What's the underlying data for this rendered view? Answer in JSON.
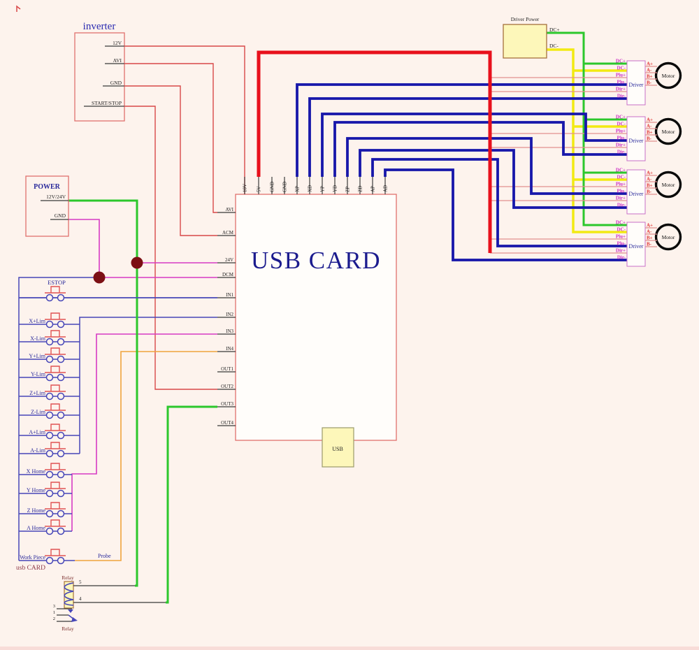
{
  "page": {
    "background": "#fdf3ed"
  },
  "inverter": {
    "title": "inverter",
    "pins": [
      "12V",
      "AVI",
      "GND",
      "START/STOP"
    ]
  },
  "power": {
    "title": "POWER",
    "pins": [
      "12V/24V",
      "GND"
    ]
  },
  "driver_power": {
    "title": "Driver Power",
    "pins": [
      "DC+",
      "DC-"
    ]
  },
  "usb_card": {
    "title": "USB CARD",
    "left_pins": [
      "AVI",
      "ACM",
      "24V",
      "DCM",
      "IN1",
      "IN2",
      "IN3",
      "IN4",
      "OUT1",
      "OUT2",
      "OUT3",
      "OUT4"
    ],
    "top_pins": [
      "10V",
      "5V",
      "GND",
      "GND",
      "XP",
      "XD",
      "YP",
      "YD",
      "ZP",
      "ZD",
      "AP",
      "AD"
    ],
    "usb_connector_label": "USB",
    "corner_note": "usb CARD"
  },
  "switches": [
    "ESTOP",
    "X+Lim",
    "X-Lim",
    "Y+Lim",
    "Y-Lim",
    "Z+Lim",
    "Z-Lim",
    "A+Lim",
    "A-Lim",
    "X Home",
    "Y Home",
    "Z Home",
    "A Home",
    "Work Piece"
  ],
  "probe_label": "Probe",
  "relay": {
    "title": "Relay",
    "title_bottom": "Relay",
    "coil_pin_labels": [
      "5",
      "4"
    ],
    "contact_pin_labels": [
      "3",
      "1",
      "2"
    ]
  },
  "driver": {
    "label": "Driver",
    "count": 4,
    "input_pins": [
      "DC+",
      "DC-",
      "Plu+",
      "Plu-",
      "Dir+",
      "Dir-"
    ],
    "output_pins": [
      "A+",
      "A-",
      "B+",
      "B-"
    ]
  },
  "motor": {
    "label": "Motor"
  },
  "colors": {
    "background": "#fdf3ed",
    "red_thin": "#d84848",
    "red_thick": "#e8101c",
    "salmon": "#e29090",
    "blue_thick": "#1717aa",
    "green": "#2cc72c",
    "yellow": "#f2ea12",
    "magenta": "#d63bc4",
    "orange": "#f0a43c",
    "switch_blue": "#4646b8",
    "switch_red": "#e05353",
    "junction": "#7c0f14",
    "usb_title": "#1b1b8e",
    "inverter_title": "#2a2ab0",
    "label_dark": "#222222",
    "label_navy": "#28289a",
    "label_magenta": "#cb2dc3",
    "label_red": "#e03535",
    "maroon": "#7e3230",
    "note_maroon": "#8e3a48",
    "box_red": "#e0716d",
    "box_brown": "#a6713c",
    "box_yellow": "#fdf7ba",
    "driver_border": "#c86fc8",
    "usb_conn_border": "#9a9a6a",
    "pin_line": "#3a3a3a",
    "edge_strip": "#f7d7d4"
  }
}
